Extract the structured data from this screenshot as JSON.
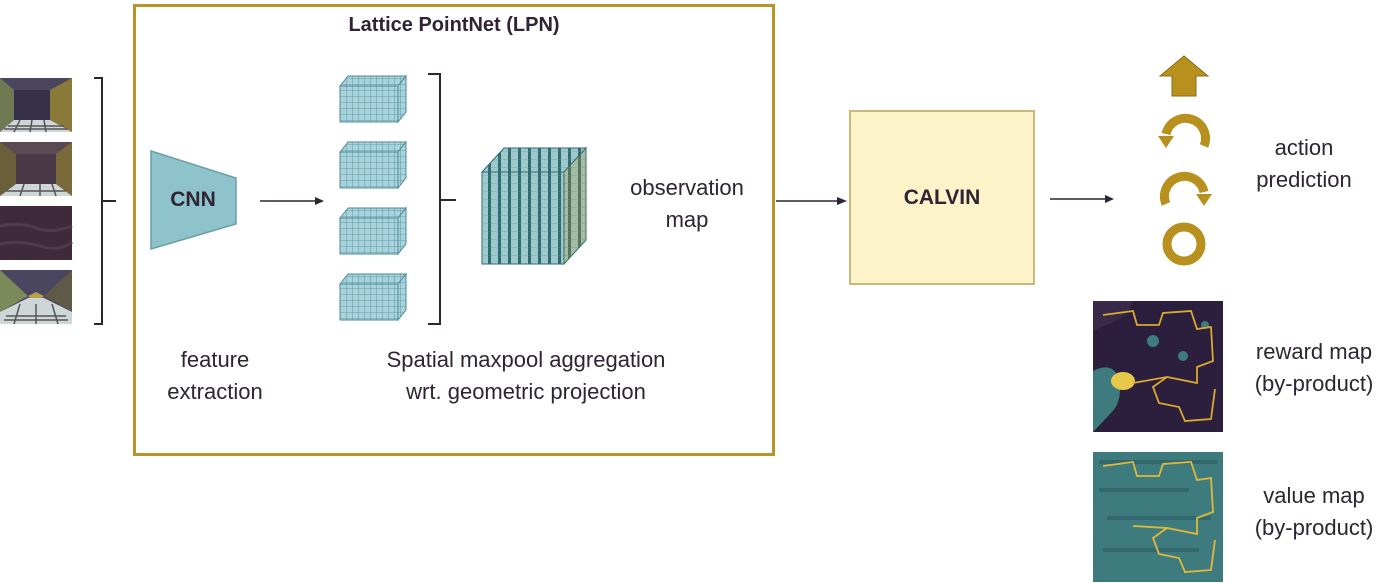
{
  "diagram": {
    "lpn_title": "Lattice PointNet (LPN)",
    "cnn_label": "CNN",
    "feature_extraction": [
      "feature",
      "extraction"
    ],
    "aggregation": [
      "Spatial maxpool aggregation",
      "wrt. geometric projection"
    ],
    "observation_map": [
      "observation",
      "map"
    ],
    "calvin_label": "CALVIN",
    "action_prediction": [
      "action",
      "prediction"
    ],
    "reward_map": [
      "reward map",
      "(by-product)"
    ],
    "value_map": [
      "value map",
      "(by-product)"
    ]
  },
  "colors": {
    "lpn_border": "#b8942a",
    "calvin_fill": "#fdf3c8",
    "cnn_fill": "#8fc3cc",
    "action_icons": "#b8901e",
    "map_dark": "#2c1f3d",
    "map_teal": "#3e7b7e",
    "path_yellow": "#e0b83a"
  },
  "icons": [
    "up-arrow-icon",
    "rotate-left-icon",
    "rotate-right-icon",
    "stop-circle-icon"
  ]
}
